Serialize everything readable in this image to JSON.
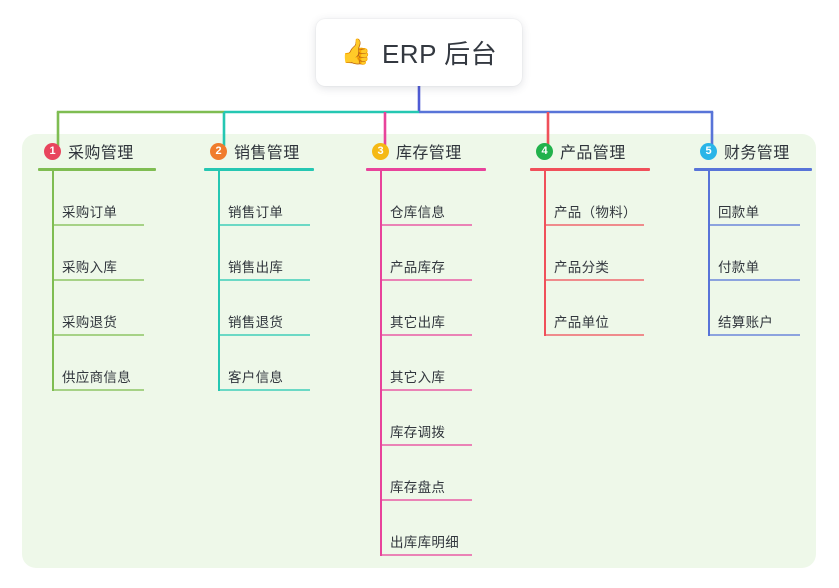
{
  "diagram": {
    "type": "mindmap-tree",
    "background_color": "#ffffff",
    "panel_color": "#eef8e9",
    "root": {
      "icon": "thumbs-up-icon",
      "emoji": "👍",
      "title": "ERP 后台",
      "stem_color": "#4f5bd5"
    },
    "branches": [
      {
        "index": "1",
        "badge_color": "#e8455d",
        "line_color": "#7fbd52",
        "title": "采购管理",
        "items": [
          {
            "label": "采购订单"
          },
          {
            "label": "采购入库"
          },
          {
            "label": "采购退货"
          },
          {
            "label": "供应商信息"
          }
        ]
      },
      {
        "index": "2",
        "badge_color": "#f07c2c",
        "line_color": "#25c7b2",
        "title": "销售管理",
        "items": [
          {
            "label": "销售订单"
          },
          {
            "label": "销售出库"
          },
          {
            "label": "销售退货"
          },
          {
            "label": "客户信息"
          }
        ]
      },
      {
        "index": "3",
        "badge_color": "#f5b914",
        "line_color": "#e8439b",
        "title": "库存管理",
        "items": [
          {
            "label": "仓库信息"
          },
          {
            "label": "产品库存"
          },
          {
            "label": "其它出库"
          },
          {
            "label": "其它入库"
          },
          {
            "label": "库存调拨"
          },
          {
            "label": "库存盘点"
          },
          {
            "label": "出库库明细"
          }
        ]
      },
      {
        "index": "4",
        "badge_color": "#22b24c",
        "line_color": "#f0505a",
        "title": "产品管理",
        "items": [
          {
            "label": "产品（物料）"
          },
          {
            "label": "产品分类"
          },
          {
            "label": "产品单位"
          }
        ]
      },
      {
        "index": "5",
        "badge_color": "#29b5e8",
        "line_color": "#5874d8",
        "title": "财务管理",
        "items": [
          {
            "label": "回款单"
          },
          {
            "label": "付款单"
          },
          {
            "label": "结算账户"
          }
        ]
      }
    ]
  }
}
